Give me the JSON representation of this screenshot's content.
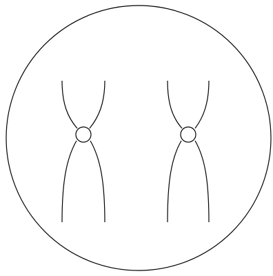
{
  "diagram": {
    "description_visible_text": "",
    "elements": {
      "outer_circle": "circle",
      "chromosomes": [
        {
          "name": "left-chromosome",
          "centromere": "circle"
        },
        {
          "name": "right-chromosome",
          "centromere": "circle"
        }
      ]
    },
    "colors": {
      "stroke": "#000000",
      "background": "#ffffff"
    }
  }
}
